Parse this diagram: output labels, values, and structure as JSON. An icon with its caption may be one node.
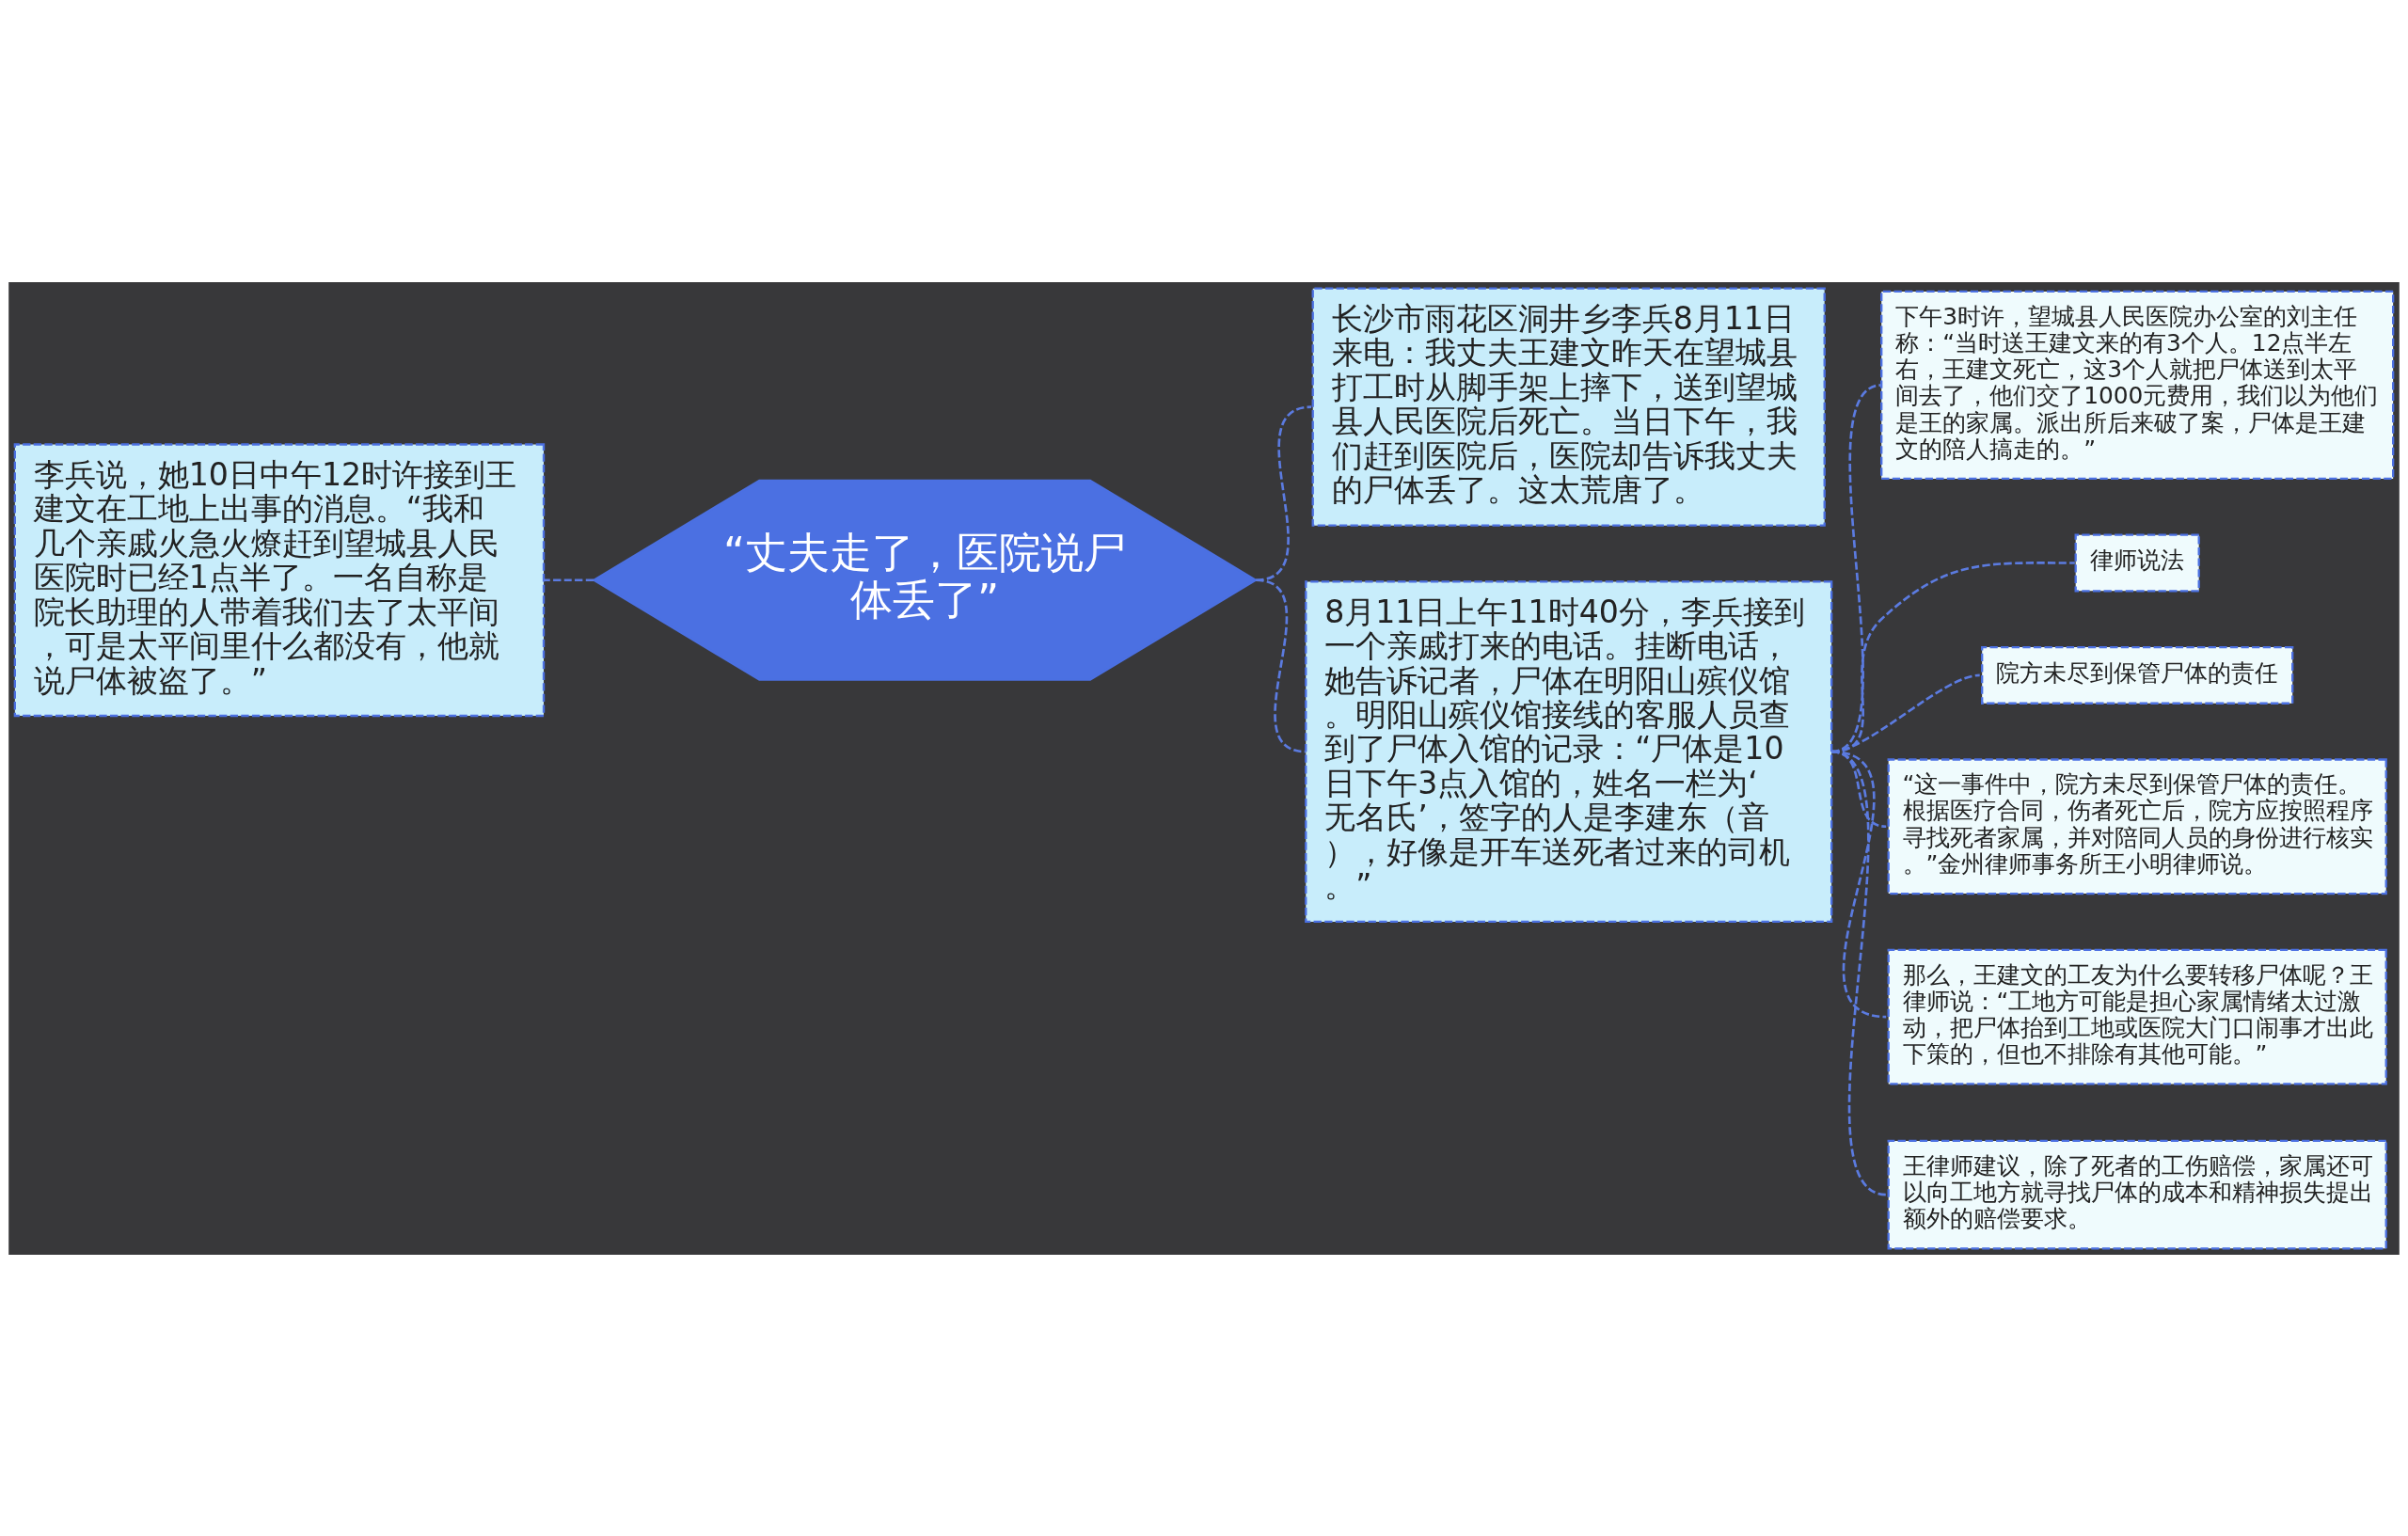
{
  "diagram": {
    "nodes": [
      {
        "text": [
          "“丈夫走了，医院说尸体丢了”"
        ]
      },
      {
        "text": [
          "李兵说，她10日中午12时许接到王建文在工地上出事的消息。“我和几个亲戚火急火燎赶到望城县人民医院时已经1点半了。一名自称是院长助理的人带着我们去了太平间，可是太平间里什么都没有，他就说尸体被盗了。”"
        ]
      },
      {
        "text": [
          "长沙市雨花区洞井乡李兵8月11日来电：我丈夫王建文昨天在望城县打工时从脚手架上摔下，送到望城县人民医院后死亡。当日下午，我们赶到医院后，医院却告诉我丈夫的尸体丢了。这太荒唐了。"
        ]
      },
      {
        "text": [
          "8月11日上午11时40分，李兵接到一个亲戚打来的电话。挂断电话，她告诉记者，尸体在明阳山殡仪馆。明阳山殡仪馆接线的客服人员查到了尸体入馆的记录：“尸体是10日下午3点入馆的，姓名一栏为‘无名氏’，签字的人是李建东（音），好像是开车送死者过来的司机。”"
        ]
      },
      {
        "text": [
          "下午3时许，望城县人民医院办公室的刘主任称：“当时送王建文来的有3个人。12点半左右，王建文死亡，这3个人就把尸体送到太平间去了，他们交了1000元费用，我们以为他们是王的家属。派出所后来破了案，尸体是王建文的陪人搞走的。”"
        ]
      },
      {
        "text": [
          "律师说法"
        ]
      },
      {
        "text": [
          "院方未尽到保管尸体的责任"
        ]
      },
      {
        "text": [
          "“这一事件中，院方未尽到保管尸体的责任。根据医疗合同，伤者死亡后，院方应按照程序寻找死者家属，并对陪同人员的身份进行核实。”金州律师事务所王小明律师说。"
        ]
      },
      {
        "text": [
          "那么，王建文的工友为什么要转移尸体呢？王律师说：“工地方可能是担心家属情绪太过激动，把尸体抬到工地或医院大门口闹事才出此下策的，但也不排除有其他可能。”"
        ]
      },
      {
        "text": [
          "王律师建议，除了死者的工伤赔偿，家属还可以向工地方就寻找尸体的成本和精神损失提出额外的赔偿要求。"
        ]
      }
    ],
    "edges": [
      {
        "from": 0,
        "to": 1,
        "arrow": "none",
        "style": "dashed"
      },
      {
        "from": 0,
        "to": 2,
        "arrow": "none",
        "style": "dashed"
      },
      {
        "from": 0,
        "to": 3,
        "arrow": "none",
        "style": "dashed"
      },
      {
        "from": 3,
        "to": 4,
        "arrow": "none",
        "style": "dashed"
      },
      {
        "from": 3,
        "to": 5,
        "arrow": "none",
        "style": "dashed"
      },
      {
        "from": 3,
        "to": 6,
        "arrow": "none",
        "style": "dashed"
      },
      {
        "from": 3,
        "to": 7,
        "arrow": "none",
        "style": "dashed"
      },
      {
        "from": 3,
        "to": 8,
        "arrow": "none",
        "style": "dashed"
      },
      {
        "from": 3,
        "to": 9,
        "arrow": "none",
        "style": "dashed"
      }
    ]
  }
}
